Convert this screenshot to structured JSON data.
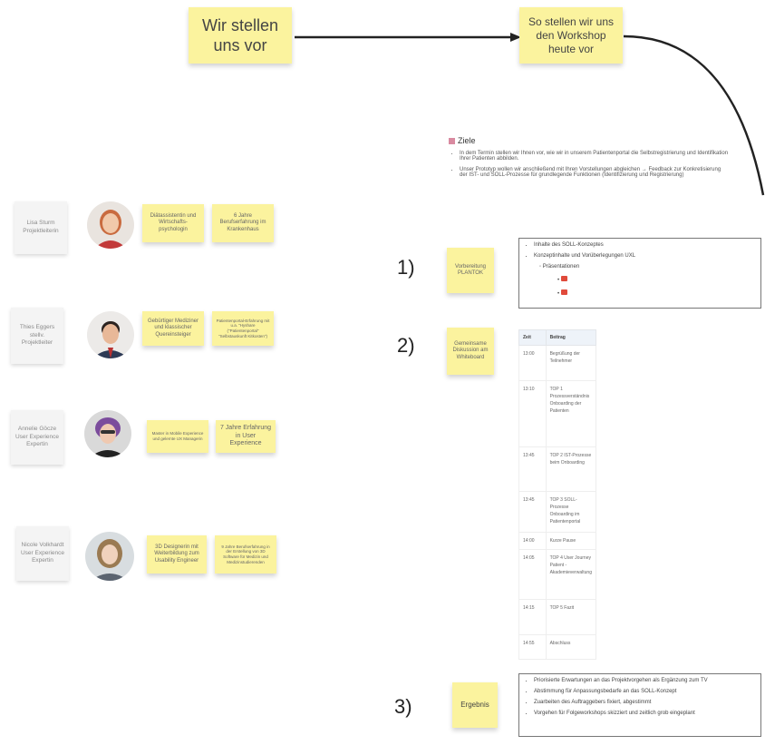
{
  "top": {
    "note1": "Wir stellen uns vor",
    "note2": "So stellen wir uns den Workshop heute vor"
  },
  "people": [
    {
      "name": "Lisa Sturm Projektleiterin",
      "note_a": "Diätassistentin und Wirtschafts-psychologin",
      "note_b": "6 Jahre Berufserfahrung im Krankenhaus"
    },
    {
      "name": "Thies Eggers stellv. Projektleiter",
      "note_a": "Gebürtiger Mediziner und klassischer Quereinsteiger",
      "note_b": "Patientenportal-Erfahrung mit u.a. \"Hyshare (\"Patientenportal\" \"Selbstauskunft Kitkosten\")"
    },
    {
      "name": "Annelie Göcze User Experience Expertin",
      "note_a": "Master in Mobile Experience und gelernte UX Managerin",
      "note_b": "7 Jahre Erfahrung in User Experience"
    },
    {
      "name": "Nicole Volkhardt User Experience Expertin",
      "note_a": "3D Designerin mit Weiterbildung zum Usability Engineer",
      "note_b": "9 Jahre Berufserfahrung in der Erstellung von 3D Software für Medizin und Medizinstudierenden"
    }
  ],
  "ziele": {
    "title": "Ziele",
    "items": [
      "In dem Termin stellen wir Ihnen vor, wie wir in unserem Patientenportal die Selbstregistrierung und Identifikation Ihrer Patienten abbilden.",
      "Unser Prototyp wollen wir anschließend mit Ihren Vorstellungen abgleichen → Feedback zur Konkretisierung der IST- und SOLL-Prozesse für grundlegende Funktionen (Identifizierung und Registrierung)"
    ]
  },
  "steps": [
    {
      "num": "1)",
      "note": "Vorbereitung PLANTOK"
    },
    {
      "num": "2)",
      "note": "Gemeinsame Diskussion am Whiteboard"
    },
    {
      "num": "3)",
      "note": "Ergebnis"
    }
  ],
  "box1": {
    "items": [
      "Inhalte des SOLL-Konzeptes",
      "Konzeptinhalte und Vorüberlegungen UXL"
    ],
    "sub_label": "Präsentationen"
  },
  "agenda": {
    "headers": [
      "Zeit",
      "Beitrag"
    ],
    "rows": [
      [
        "13:00",
        "Begrüßung der Teilnehmer"
      ],
      [
        "13:10",
        "TOP 1 Prozessverständnis Onboarding der Patienten"
      ],
      [
        "13:45",
        "TOP 2 IST-Prozesse beim Onboarding"
      ],
      [
        "13:45",
        "TOP 3 SOLL-Prozesse Onboarding im Patientenportal"
      ],
      [
        "14:00",
        "Kurze Pause"
      ],
      [
        "14:05",
        "TOP 4 User Journey Patient - Akademieverwaltung"
      ],
      [
        "14:15",
        "TOP 5 Fazit"
      ],
      [
        "14:55",
        "Abschluss"
      ]
    ]
  },
  "result": {
    "items": [
      "Priorisierte Erwartungen an das Projektvorgehen als Ergänzung zum TV",
      "Abstimmung für Anpassungsbedarfe an das SOLL-Konzept",
      "Zuarbeiten des Auftraggebers fixiert, abgestimmt",
      "Vorgehen für Folgeworkshops skizziert und zeitlich grob eingeplant"
    ]
  }
}
